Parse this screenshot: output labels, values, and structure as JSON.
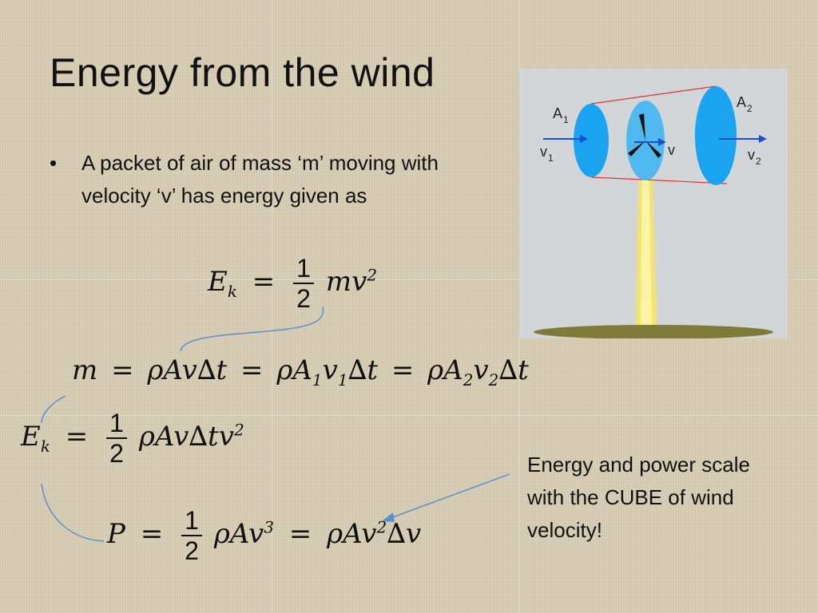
{
  "slide": {
    "title": "Energy from the wind",
    "bullet_marker": "•",
    "bullet_text": "A packet of air of mass ‘m’ moving with velocity ‘v’ has energy given as",
    "side_note": "Energy and power scale with the CUBE of wind velocity!"
  },
  "equations": {
    "eq1": {
      "E": "E",
      "k": "k",
      "eq": "=",
      "num": "1",
      "den": "2",
      "m": "m",
      "v": "v",
      "p": "2"
    },
    "eq2": {
      "m": "m",
      "eq": "=",
      "rho": "ρ",
      "A": "A",
      "v": "v",
      "delta": "∆",
      "t": "t",
      "i1": "1",
      "i2": "2"
    },
    "eq3": {
      "E": "E",
      "k": "k",
      "eq": "=",
      "num": "1",
      "den": "2",
      "rho": "ρ",
      "A": "A",
      "v": "v",
      "delta": "∆",
      "t": "t",
      "p": "2"
    },
    "eq4": {
      "P": "P",
      "eq": "=",
      "num": "1",
      "den": "2",
      "rho": "ρ",
      "A": "A",
      "v": "v",
      "delta": "∆",
      "p3": "3",
      "p2": "2"
    }
  },
  "figure": {
    "A1": "A",
    "A1_sub": "1",
    "A2": "A",
    "A2_sub": "2",
    "v1": "v",
    "v1_sub": "1",
    "v": "v",
    "v2": "v",
    "v2_sub": "2"
  },
  "colors": {
    "background": "#d6ccb3",
    "disk_blue": "#1aa3f0",
    "arrow_blue": "#1a4fd0",
    "tube_red": "#e03030",
    "tower_yellow": "#f3e46a",
    "ground_green": "#7e7a3a",
    "figure_bg": "#d2d6d8",
    "connector_blue": "#5b8fd0"
  }
}
